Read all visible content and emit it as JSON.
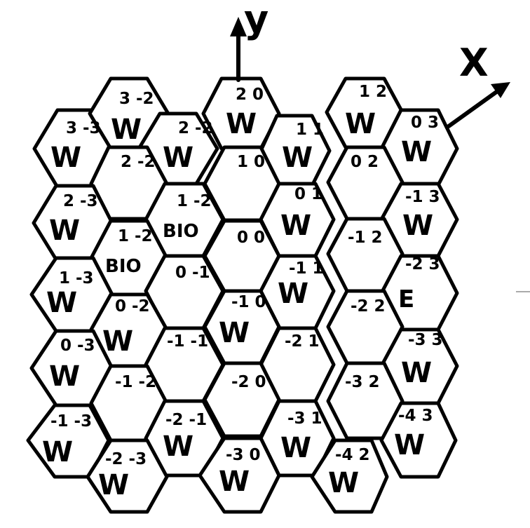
{
  "axes": {
    "x_label": "X",
    "y_label": "y"
  },
  "cells": [
    {
      "id": "c1",
      "main": "W",
      "coord": "3 -3"
    },
    {
      "id": "c2",
      "main": "W",
      "coord": "3 -2"
    },
    {
      "id": "c3",
      "main": "W",
      "coord": "2 -2"
    },
    {
      "id": "c4",
      "main": "W",
      "coord": "2 0"
    },
    {
      "id": "c5",
      "main": "W",
      "coord": "1 1"
    },
    {
      "id": "c6",
      "main": "W",
      "coord": "1 2"
    },
    {
      "id": "c7",
      "main": "W",
      "coord": "0 3"
    },
    {
      "id": "c8",
      "main": "",
      "coord": "2 -2"
    },
    {
      "id": "c9",
      "main": "",
      "coord": "1 0"
    },
    {
      "id": "c10",
      "main": "",
      "coord": "0 2"
    },
    {
      "id": "c11",
      "main": "W",
      "coord": "2 -3"
    },
    {
      "id": "c12",
      "main": "BIO",
      "coord": "1 -2"
    },
    {
      "id": "c13",
      "main": "W",
      "coord": "0 1"
    },
    {
      "id": "c14",
      "main": "W",
      "coord": "-1 3"
    },
    {
      "id": "c15",
      "main": "BIO",
      "coord": "1 -2"
    },
    {
      "id": "c16",
      "main": "",
      "coord": "0 0"
    },
    {
      "id": "c17",
      "main": "",
      "coord": "-1 2"
    },
    {
      "id": "c18",
      "main": "W",
      "coord": "1 -3"
    },
    {
      "id": "c19",
      "main": "",
      "coord": "0 -1"
    },
    {
      "id": "c20",
      "main": "W",
      "coord": "-1 1"
    },
    {
      "id": "c21",
      "main": "E",
      "coord": "-2 3"
    },
    {
      "id": "c22",
      "main": "W",
      "coord": "0 -2"
    },
    {
      "id": "c23",
      "main": "W",
      "coord": "-1 0"
    },
    {
      "id": "c24",
      "main": "",
      "coord": "-2 2"
    },
    {
      "id": "c25",
      "main": "W",
      "coord": "0 -3"
    },
    {
      "id": "c26",
      "main": "",
      "coord": "-1 -1"
    },
    {
      "id": "c27",
      "main": "",
      "coord": "-2 1"
    },
    {
      "id": "c28",
      "main": "W",
      "coord": "-3 3"
    },
    {
      "id": "c29",
      "main": "",
      "coord": "-1 -2"
    },
    {
      "id": "c30",
      "main": "",
      "coord": "-2 0"
    },
    {
      "id": "c31",
      "main": "",
      "coord": "-3 2"
    },
    {
      "id": "c32",
      "main": "W",
      "coord": "-1 -3"
    },
    {
      "id": "c33",
      "main": "W",
      "coord": "-2 -1"
    },
    {
      "id": "c34",
      "main": "W",
      "coord": "-3 1"
    },
    {
      "id": "c35",
      "main": "W",
      "coord": "-4 3"
    },
    {
      "id": "c36",
      "main": "W",
      "coord": "-2 -3"
    },
    {
      "id": "c37",
      "main": "W",
      "coord": "-3 0"
    },
    {
      "id": "c38",
      "main": "W",
      "coord": "-4 2"
    }
  ]
}
